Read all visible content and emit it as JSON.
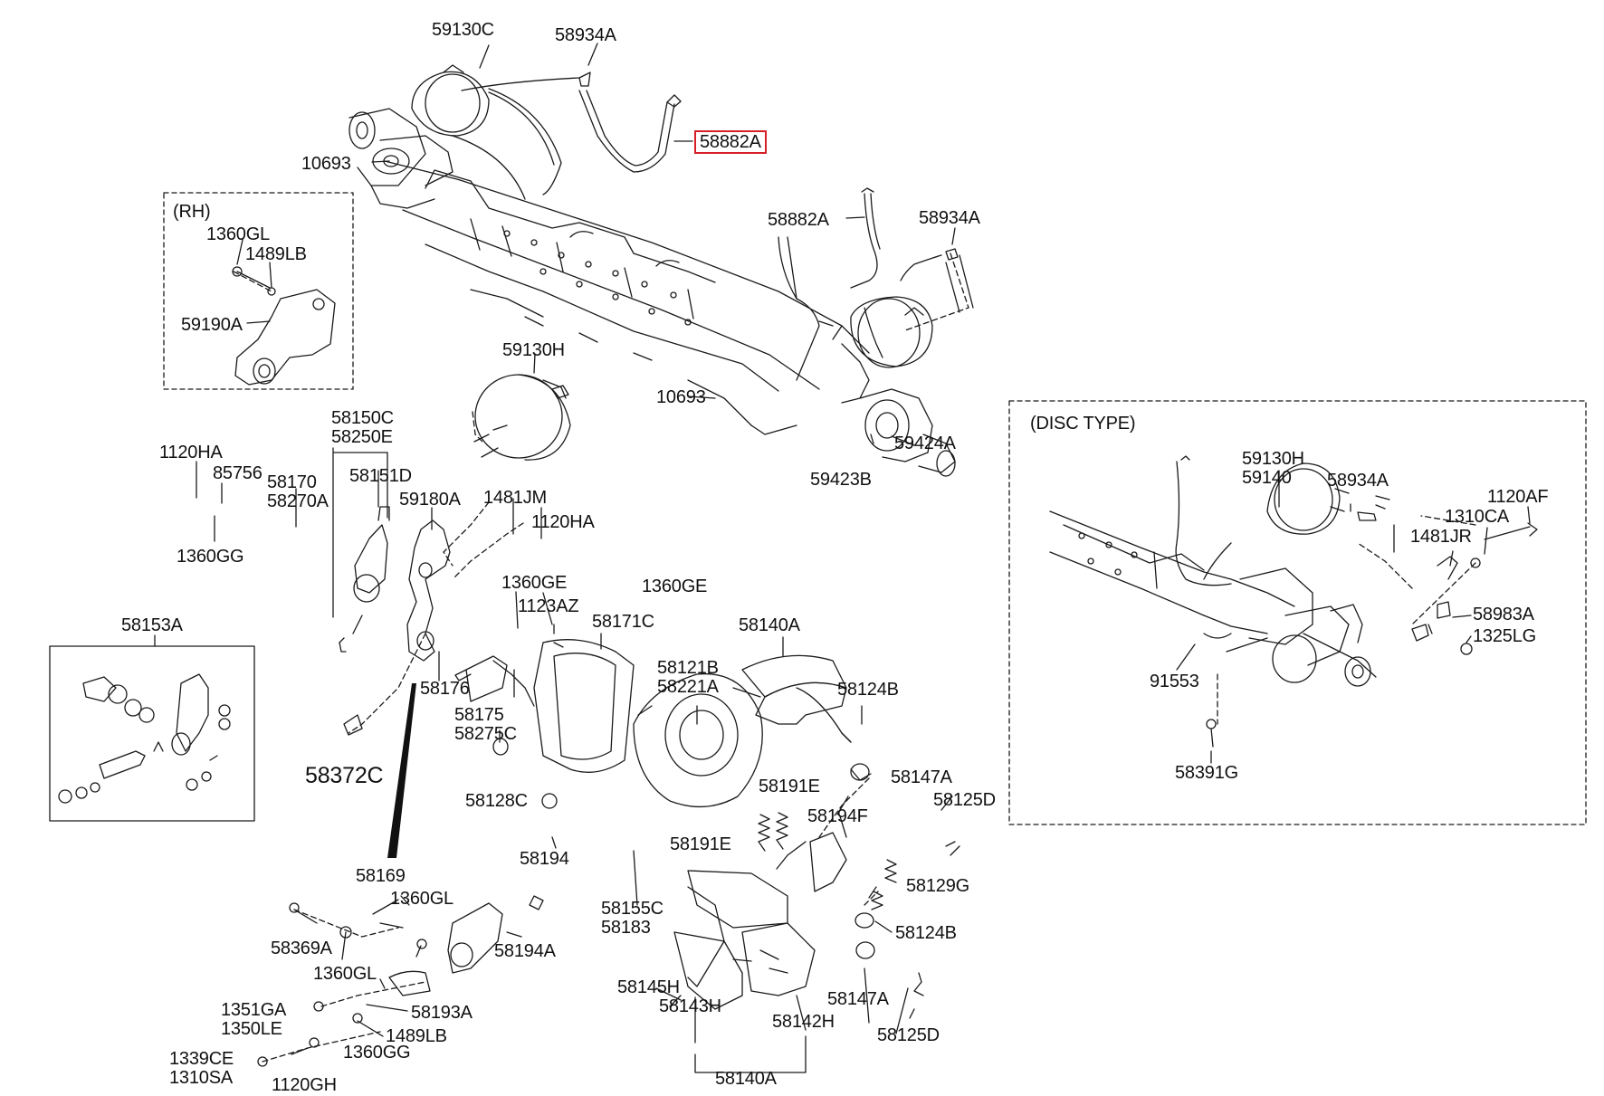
{
  "groups": {
    "rh": "(RH)",
    "disc": "(DISC TYPE)"
  },
  "highlight_color": "#d61f26",
  "parts": [
    {
      "id": "p0",
      "text": "59130C"
    },
    {
      "id": "p1",
      "text": "58934A"
    },
    {
      "id": "p2",
      "text": "58882A"
    },
    {
      "id": "p3",
      "text": "10693"
    },
    {
      "id": "p4",
      "text": "1360GL"
    },
    {
      "id": "p5",
      "text": "1489LB"
    },
    {
      "id": "p6",
      "text": "59190A"
    },
    {
      "id": "p7",
      "text": "58882A"
    },
    {
      "id": "p8",
      "text": "58934A"
    },
    {
      "id": "p9",
      "text": "59130H"
    },
    {
      "id": "p10",
      "text": "10693"
    },
    {
      "id": "p11",
      "text": "59424A"
    },
    {
      "id": "p12",
      "text": "59423B"
    },
    {
      "id": "p13",
      "text": "58150C\n58250E"
    },
    {
      "id": "p14",
      "text": "58151D"
    },
    {
      "id": "p15",
      "text": "1120HA"
    },
    {
      "id": "p16",
      "text": "85756"
    },
    {
      "id": "p17",
      "text": "58170\n58270A"
    },
    {
      "id": "p18",
      "text": "1360GG"
    },
    {
      "id": "p19",
      "text": "59180A"
    },
    {
      "id": "p20",
      "text": "1481JM"
    },
    {
      "id": "p21",
      "text": "1120HA"
    },
    {
      "id": "p22",
      "text": "1360GE"
    },
    {
      "id": "p23",
      "text": "1123AZ"
    },
    {
      "id": "p24",
      "text": "1360GE"
    },
    {
      "id": "p25",
      "text": "58171C"
    },
    {
      "id": "p26",
      "text": "58140A"
    },
    {
      "id": "p27",
      "text": "58153A"
    },
    {
      "id": "p28",
      "text": "58176"
    },
    {
      "id": "p29",
      "text": "58175\n58275C"
    },
    {
      "id": "p30",
      "text": "58121B\n58221A"
    },
    {
      "id": "p31",
      "text": "58124B"
    },
    {
      "id": "p32",
      "text": "58372C"
    },
    {
      "id": "p33",
      "text": "58128C"
    },
    {
      "id": "p34",
      "text": "58191E"
    },
    {
      "id": "p35",
      "text": "58147A"
    },
    {
      "id": "p36",
      "text": "58125D"
    },
    {
      "id": "p37",
      "text": "58194F"
    },
    {
      "id": "p38",
      "text": "58194"
    },
    {
      "id": "p39",
      "text": "58191E"
    },
    {
      "id": "p40",
      "text": "58129G"
    },
    {
      "id": "p41",
      "text": "58169"
    },
    {
      "id": "p42",
      "text": "1360GL"
    },
    {
      "id": "p43",
      "text": "58155C\n58183"
    },
    {
      "id": "p44",
      "text": "58124B"
    },
    {
      "id": "p45",
      "text": "58369A"
    },
    {
      "id": "p46",
      "text": "58194A"
    },
    {
      "id": "p47",
      "text": "1360GL"
    },
    {
      "id": "p48",
      "text": "58145H"
    },
    {
      "id": "p49",
      "text": "58147A"
    },
    {
      "id": "p50",
      "text": "1351GA\n1350LE"
    },
    {
      "id": "p51",
      "text": "58193A"
    },
    {
      "id": "p52",
      "text": "1489LB"
    },
    {
      "id": "p53",
      "text": "58143H"
    },
    {
      "id": "p54",
      "text": "58142H"
    },
    {
      "id": "p55",
      "text": "58125D"
    },
    {
      "id": "p56",
      "text": "1339CE\n1310SA"
    },
    {
      "id": "p57",
      "text": "1360GG"
    },
    {
      "id": "p58",
      "text": "1120GH"
    },
    {
      "id": "p59",
      "text": "58140A"
    },
    {
      "id": "p60",
      "text": "59130H\n59140"
    },
    {
      "id": "p61",
      "text": "58934A"
    },
    {
      "id": "p62",
      "text": "1120AF"
    },
    {
      "id": "p63",
      "text": "1310CA"
    },
    {
      "id": "p64",
      "text": "1481JR"
    },
    {
      "id": "p65",
      "text": "58983A"
    },
    {
      "id": "p66",
      "text": "1325LG"
    },
    {
      "id": "p67",
      "text": "91553"
    },
    {
      "id": "p68",
      "text": "58391G"
    }
  ]
}
